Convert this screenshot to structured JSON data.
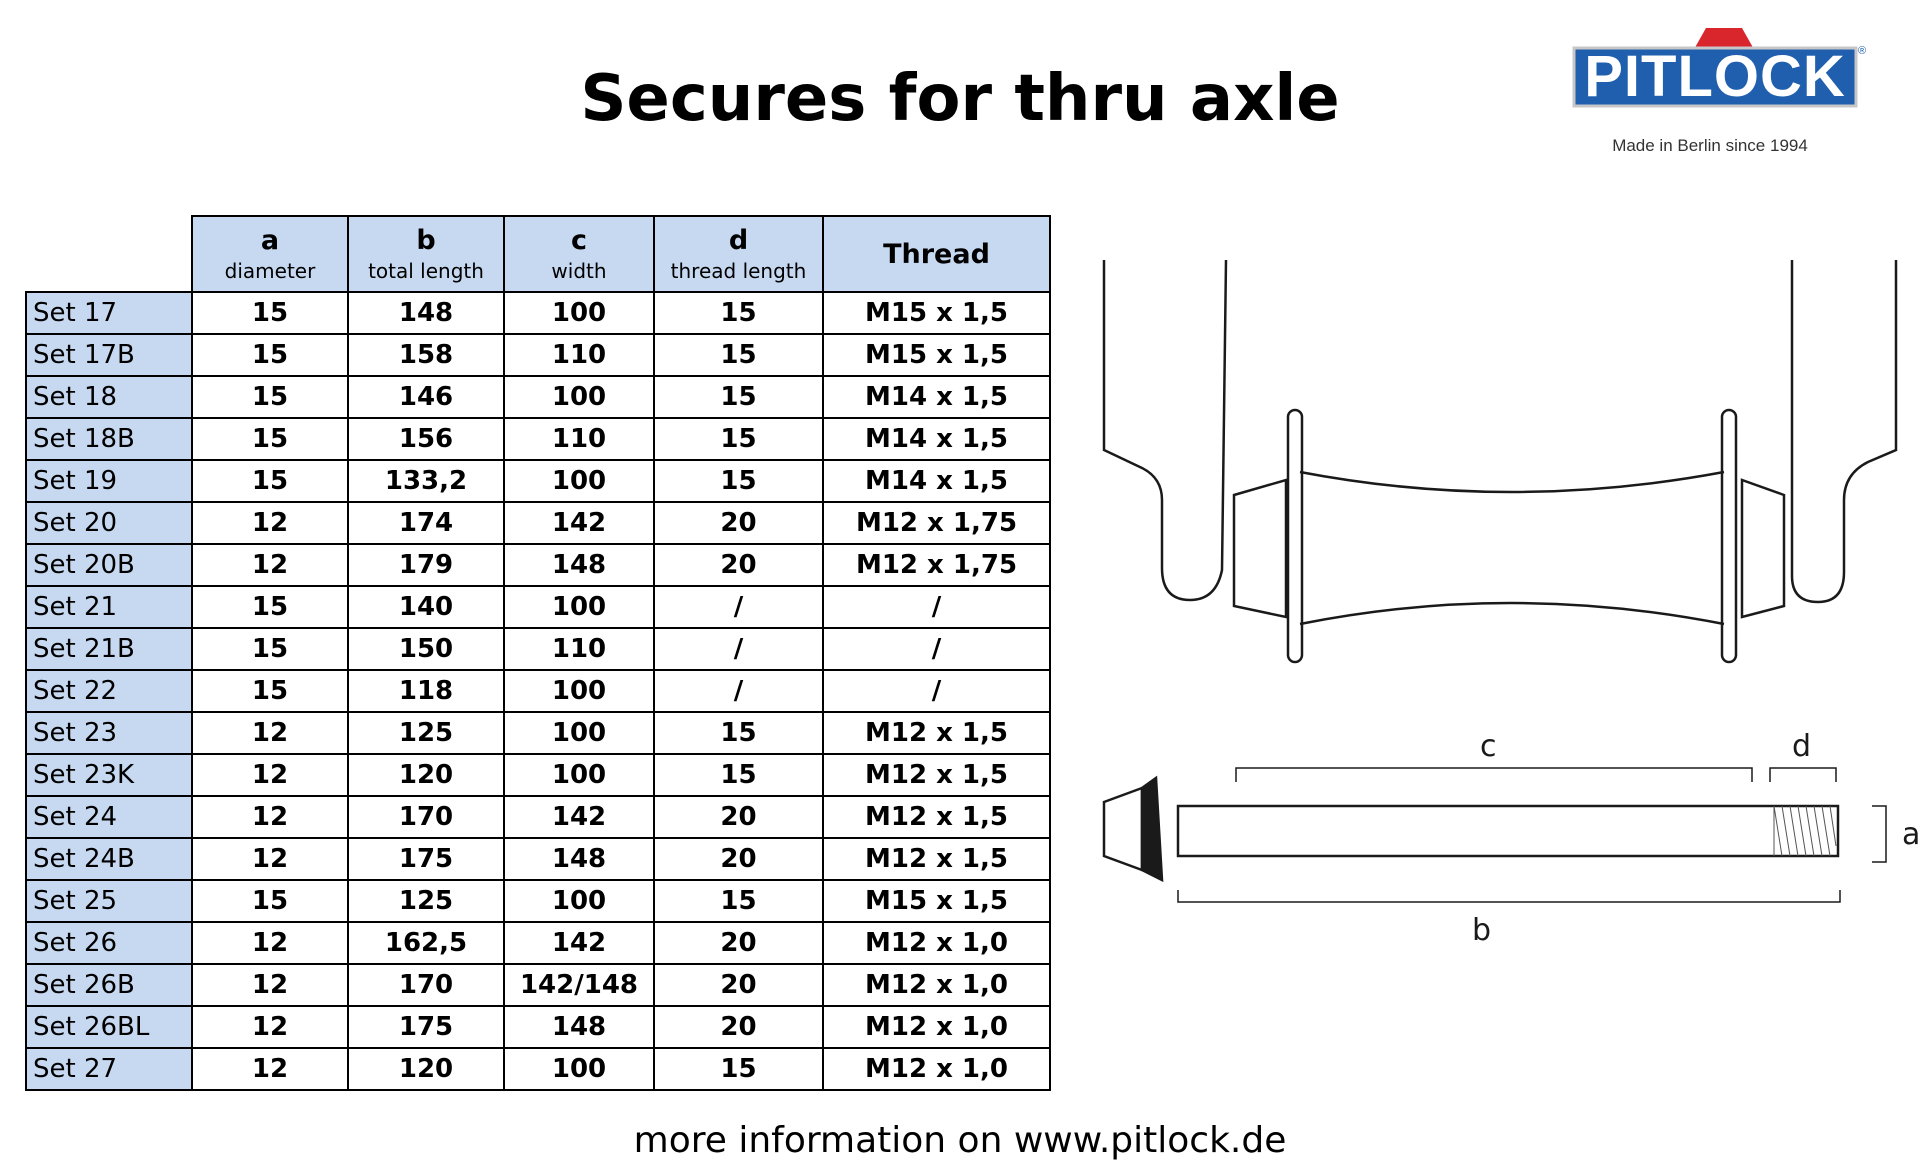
{
  "title": "Secures for thru axle",
  "logo": {
    "brand": "PITLOCK",
    "tagline": "Made in Berlin since 1994",
    "registered": "®"
  },
  "table": {
    "headers": [
      {
        "letter": "a",
        "sub": "diameter"
      },
      {
        "letter": "b",
        "sub": "total length"
      },
      {
        "letter": "c",
        "sub": "width"
      },
      {
        "letter": "d",
        "sub": "thread length"
      },
      {
        "letter": "Thread",
        "sub": ""
      }
    ],
    "rows": [
      [
        "Set 17",
        "15",
        "148",
        "100",
        "15",
        "M15 x 1,5"
      ],
      [
        "Set 17B",
        "15",
        "158",
        "110",
        "15",
        "M15 x 1,5"
      ],
      [
        "Set 18",
        "15",
        "146",
        "100",
        "15",
        "M14 x 1,5"
      ],
      [
        "Set 18B",
        "15",
        "156",
        "110",
        "15",
        "M14 x 1,5"
      ],
      [
        "Set 19",
        "15",
        "133,2",
        "100",
        "15",
        "M14 x 1,5"
      ],
      [
        "Set 20",
        "12",
        "174",
        "142",
        "20",
        "M12 x 1,75"
      ],
      [
        "Set 20B",
        "12",
        "179",
        "148",
        "20",
        "M12 x 1,75"
      ],
      [
        "Set 21",
        "15",
        "140",
        "100",
        "/",
        "/"
      ],
      [
        "Set 21B",
        "15",
        "150",
        "110",
        "/",
        "/"
      ],
      [
        "Set 22",
        "15",
        "118",
        "100",
        "/",
        "/"
      ],
      [
        "Set 23",
        "12",
        "125",
        "100",
        "15",
        "M12 x 1,5"
      ],
      [
        "Set 23K",
        "12",
        "120",
        "100",
        "15",
        "M12 x 1,5"
      ],
      [
        "Set 24",
        "12",
        "170",
        "142",
        "20",
        "M12 x 1,5"
      ],
      [
        "Set 24B",
        "12",
        "175",
        "148",
        "20",
        "M12 x 1,5"
      ],
      [
        "Set 25",
        "15",
        "125",
        "100",
        "15",
        "M15 x 1,5"
      ],
      [
        "Set 26",
        "12",
        "162,5",
        "142",
        "20",
        "M12 x 1,0"
      ],
      [
        "Set 26B",
        "12",
        "170",
        "142/148",
        "20",
        "M12 x 1,0"
      ],
      [
        "Set 26BL",
        "12",
        "175",
        "148",
        "20",
        "M12 x 1,0"
      ],
      [
        "Set 27",
        "12",
        "120",
        "100",
        "15",
        "M12 x 1,0"
      ]
    ]
  },
  "diagram": {
    "label_a": "a",
    "label_b": "b",
    "label_c": "c",
    "label_d": "d"
  },
  "footer": "more information on www.pitlock.de",
  "colors": {
    "header_bg": "#c6d9f1",
    "logo_blue": "#1f5fae",
    "logo_red": "#d9262c"
  }
}
